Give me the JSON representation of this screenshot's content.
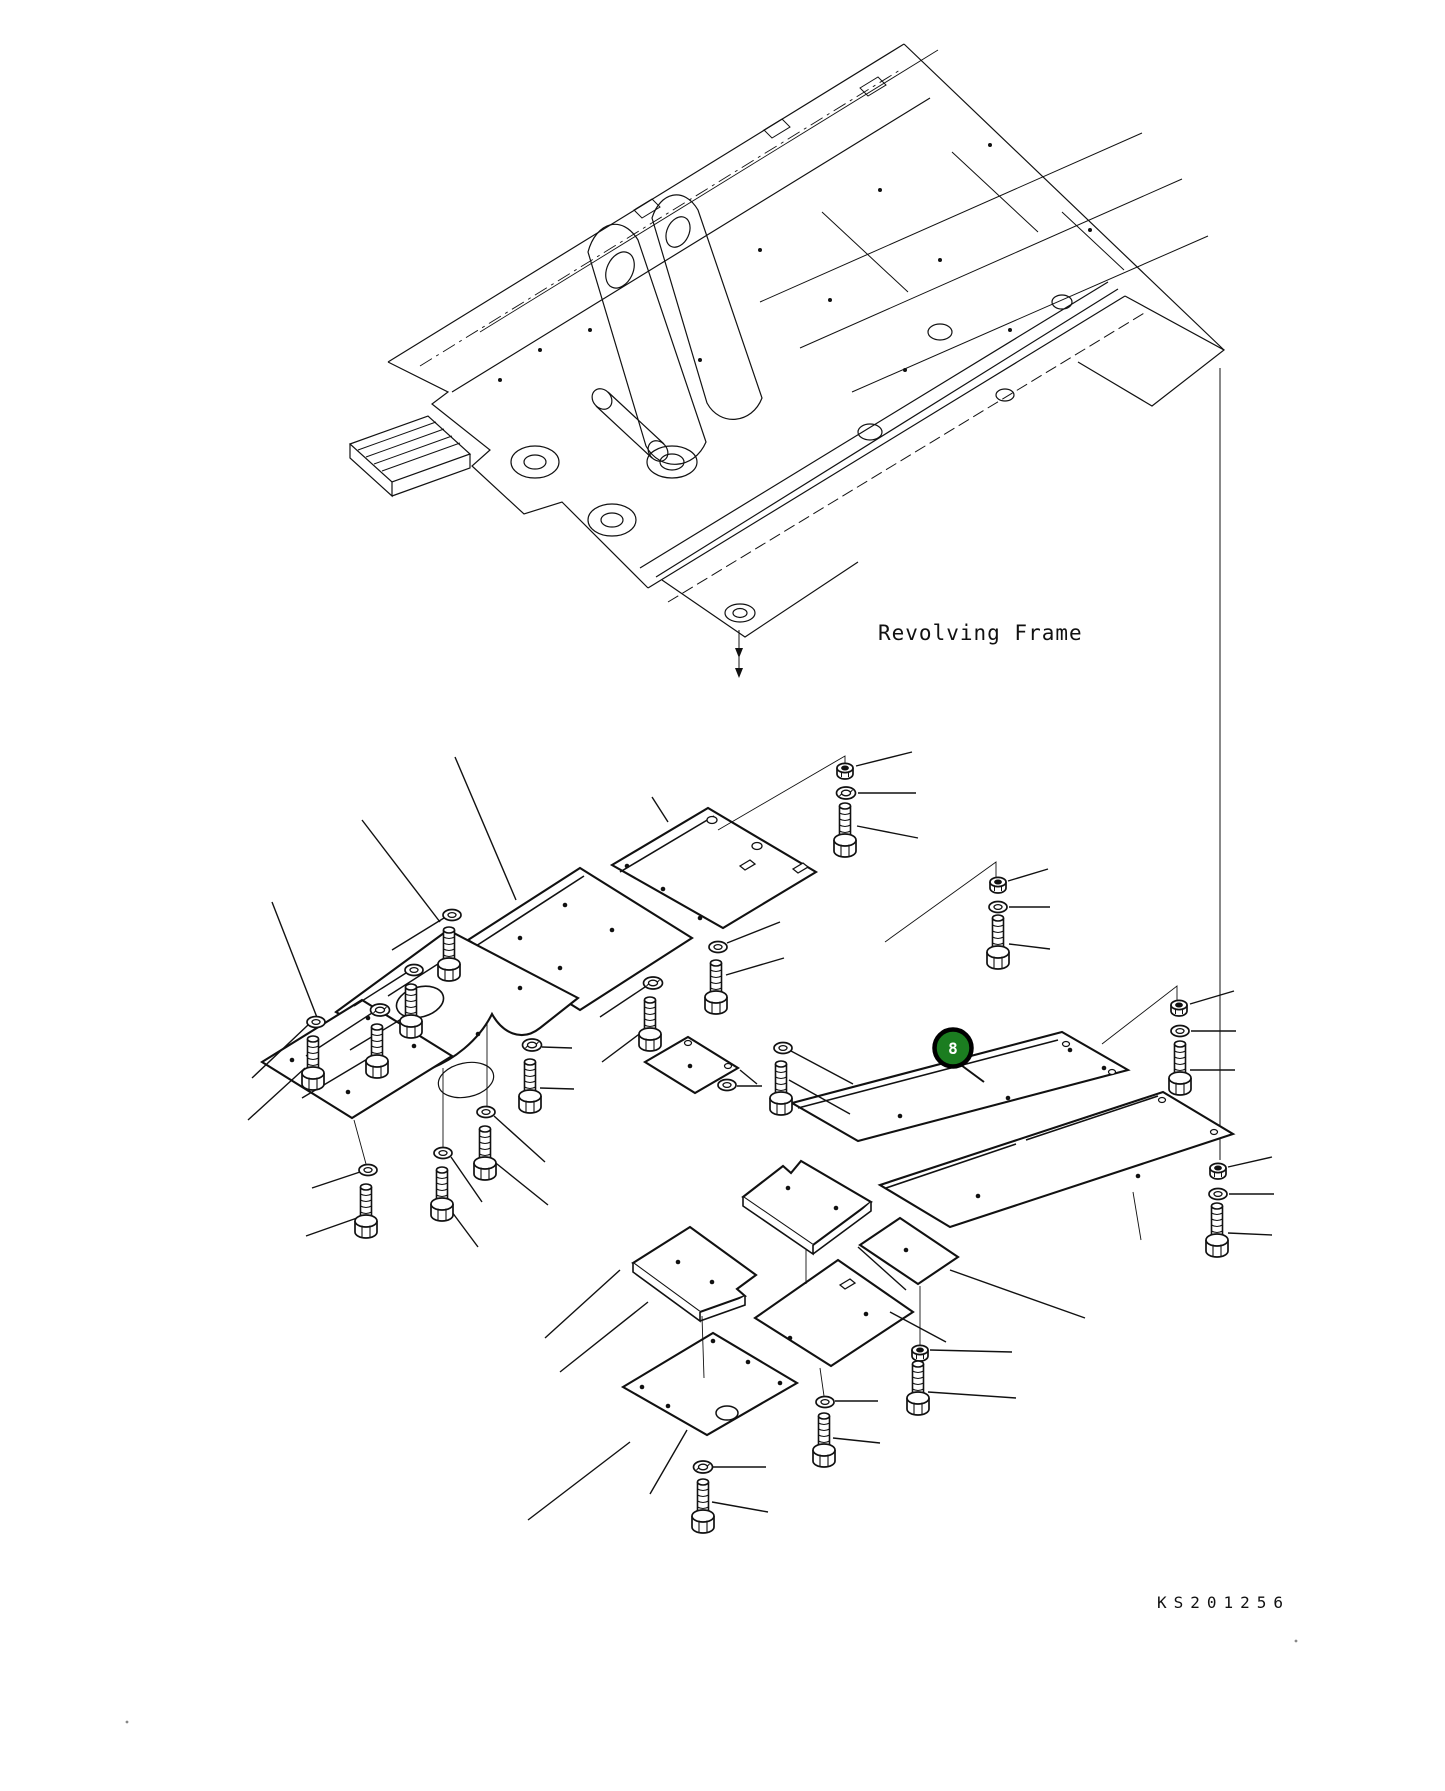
{
  "diagram": {
    "frame_label": "Revolving Frame",
    "drawing_code": "KS201256",
    "callout": {
      "number": "8",
      "fill_color": "#1b7d20",
      "ring_color": "#000000",
      "text_color": "#ffffff"
    },
    "line_color": "#111111",
    "background_color": "#ffffff"
  }
}
